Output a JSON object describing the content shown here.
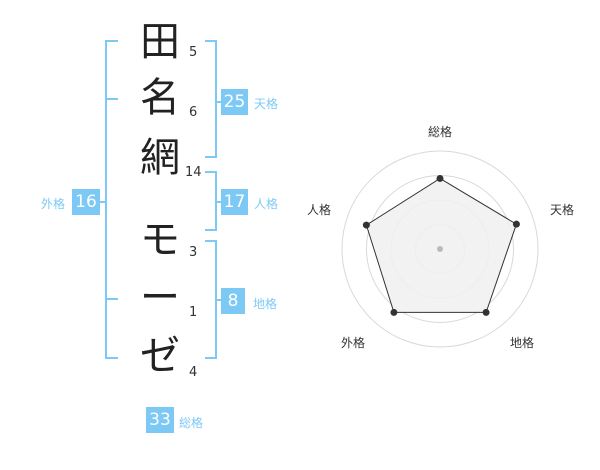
{
  "name": {
    "chars": [
      {
        "char": "田",
        "strokes": "5"
      },
      {
        "char": "名",
        "strokes": "6"
      },
      {
        "char": "網",
        "strokes": "14"
      },
      {
        "char": "モ",
        "strokes": "3"
      },
      {
        "char": "ー",
        "strokes": "1"
      },
      {
        "char": "ゼ",
        "strokes": "4"
      }
    ]
  },
  "fortunes": {
    "tenkaku": {
      "label": "天格",
      "value": "25"
    },
    "jinkaku": {
      "label": "人格",
      "value": "17"
    },
    "chikaku": {
      "label": "地格",
      "value": "8"
    },
    "gaikaku": {
      "label": "外格",
      "value": "16"
    },
    "soukaku": {
      "label": "総格",
      "value": "33"
    }
  },
  "chart_data": {
    "type": "radar",
    "axes": [
      "総格",
      "天格",
      "地格",
      "外格",
      "人格"
    ],
    "values": [
      0.72,
      0.82,
      0.8,
      0.8,
      0.79
    ],
    "rings": 4,
    "colors": {
      "fill": "#f0f0f0",
      "line": "#333333",
      "ring": "#d9d9d9",
      "accent": "#7dc9f5"
    }
  }
}
